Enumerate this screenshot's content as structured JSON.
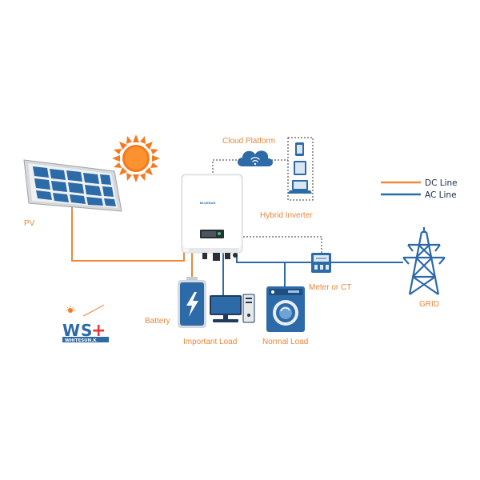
{
  "labels": {
    "pv": "PV",
    "cloud_platform": "Cloud Platform",
    "hybrid_inverter": "Hybrid Inverter",
    "battery": "Battery",
    "important_load": "Important Load",
    "normal_load": "Normal Load",
    "meter": "Meter or CT",
    "grid": "GRID"
  },
  "legend": {
    "dc": "DC Line",
    "ac": "AC Line"
  },
  "inverter_brand": "BLUESUN",
  "logo_text": "WHITESUN.K",
  "colors": {
    "dc_line": "#f0883a",
    "ac_line": "#2b6da8",
    "label": "#e8863a",
    "device_blue": "#2c6a9f",
    "sun": "#f47a20"
  },
  "icons": [
    "sun-icon",
    "solar-panel-icon",
    "cloud-icon",
    "phone-icon",
    "tablet-icon",
    "laptop-icon",
    "battery-icon",
    "computer-icon",
    "washing-machine-icon",
    "meter-icon",
    "transmission-tower-icon"
  ]
}
